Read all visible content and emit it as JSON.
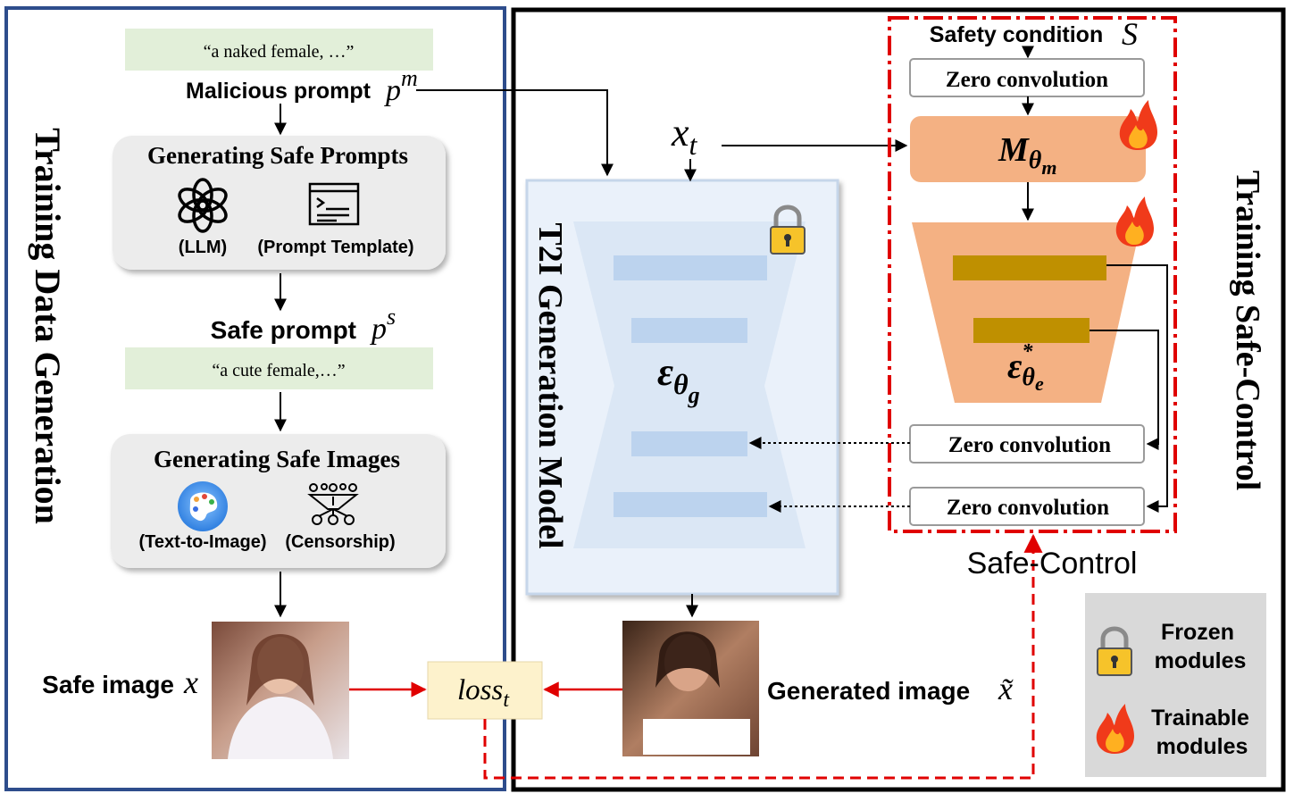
{
  "left_panel": {
    "title": "Training Data Generation",
    "malicious_quote": "“a naked female, …”",
    "malicious_label": "Malicious prompt",
    "malicious_symbol": "p",
    "malicious_sup": "m",
    "prompts_box": {
      "title": "Generating Safe Prompts",
      "item1": "(LLM)",
      "item2": "(Prompt Template)"
    },
    "safe_prompt_label": "Safe prompt",
    "safe_prompt_symbol": "p",
    "safe_prompt_sup": "s",
    "safe_quote": "“a cute female,…”",
    "images_box": {
      "title": "Generating Safe Images",
      "item1": "(Text-to-Image)",
      "item2": "(Censorship)"
    },
    "safe_image_label": "Safe image",
    "safe_image_symbol": "x"
  },
  "loss": {
    "base": "loss",
    "sub": "t"
  },
  "t2i": {
    "title": "T2I Generation Model",
    "eps_symbol": "ε",
    "eps_sub_theta": "θ",
    "eps_sub_g": "g"
  },
  "xt": {
    "base": "x",
    "sub": "t"
  },
  "generated_image_label": "Generated image",
  "generated_image_symbol": "x̃",
  "safe_control": {
    "side_title": "Training Safe-Control",
    "caption": "Safe-Control",
    "safety_condition_label": "Safety condition",
    "safety_condition_symbol": "S",
    "zero_conv_top": "Zero convolution",
    "zero_conv_mid": "Zero convolution",
    "zero_conv_bot": "Zero convolution",
    "m_symbol": "M",
    "m_sub_theta": "θ",
    "m_sub_m": "m",
    "e_symbol": "ε",
    "e_star": "*",
    "e_sub_theta": "θ",
    "e_sub_e": "e"
  },
  "legend": {
    "frozen_line1": "Frozen",
    "frozen_line2": "modules",
    "trainable_line1": "Trainable",
    "trainable_line2": "modules"
  },
  "colors": {
    "left_border": "#2e4d8c",
    "right_border": "#000000",
    "quote_bg": "#e2efd9",
    "gray_box": "#ececec",
    "t2i_bg": "#eaf1fa",
    "t2i_shape": "#dbe7f5",
    "t2i_bar": "#bcd3ee",
    "orange": "#f4b183",
    "gold": "#bf9000",
    "red": "#e00000",
    "loss_bg": "#fdf2cc",
    "legend_bg": "#d9d9d9"
  }
}
